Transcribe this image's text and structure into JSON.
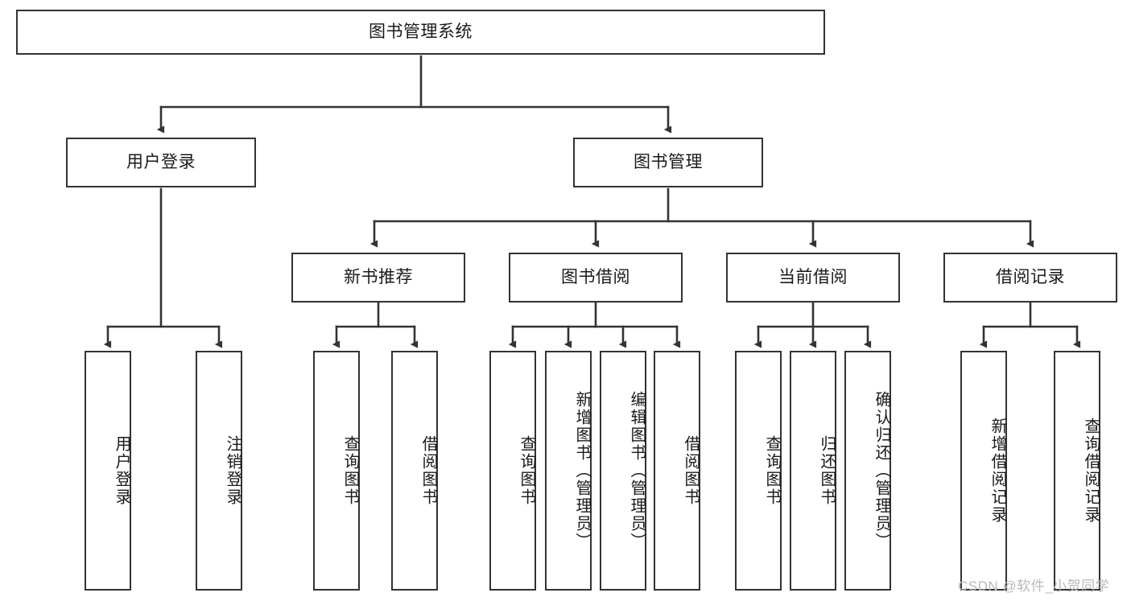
{
  "diagram": {
    "title": "图书管理系统",
    "type": "hierarchy-tree",
    "watermark": "CSDN @软件_小贺同学",
    "colors": {
      "node_border": "#333333",
      "node_fill": "#ffffff",
      "edge": "#333333",
      "text": "#1a1a1a",
      "watermark": "#b9b9b9"
    },
    "levels": {
      "root": {
        "label": "图书管理系统"
      },
      "level2": [
        {
          "label": "用户登录"
        },
        {
          "label": "图书管理"
        }
      ],
      "level3": [
        {
          "label": "新书推荐"
        },
        {
          "label": "图书借阅"
        },
        {
          "label": "当前借阅"
        },
        {
          "label": "借阅记录"
        }
      ],
      "leaves": [
        {
          "label": "用户登录",
          "parent": "用户登录"
        },
        {
          "label": "注销登录",
          "parent": "用户登录"
        },
        {
          "label": "查询图书",
          "parent": "新书推荐"
        },
        {
          "label": "借阅图书",
          "parent": "新书推荐"
        },
        {
          "label": "查询图书",
          "parent": "图书借阅"
        },
        {
          "label": "新增图书（管理员）",
          "parent": "图书借阅"
        },
        {
          "label": "编辑图书（管理员）",
          "parent": "图书借阅"
        },
        {
          "label": "借阅图书",
          "parent": "图书借阅"
        },
        {
          "label": "查询图书",
          "parent": "当前借阅"
        },
        {
          "label": "归还图书",
          "parent": "当前借阅"
        },
        {
          "label": "确认归还（管理员）",
          "parent": "当前借阅"
        },
        {
          "label": "新增借阅记录",
          "parent": "借阅记录"
        },
        {
          "label": "查询借阅记录",
          "parent": "借阅记录"
        }
      ]
    }
  }
}
